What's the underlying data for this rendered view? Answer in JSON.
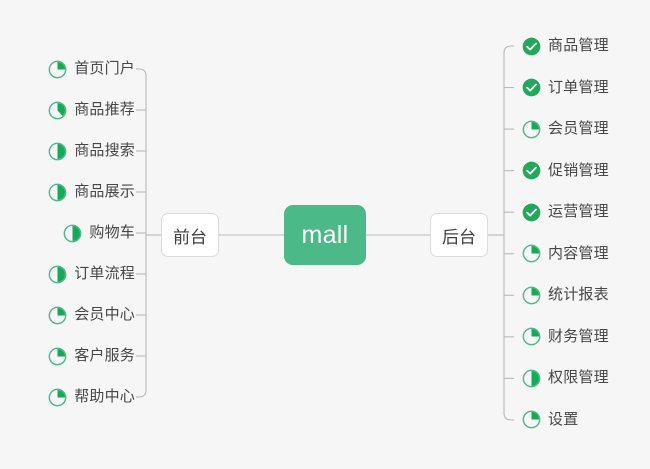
{
  "diagram": {
    "title": "mall",
    "type": "mind-map",
    "background_color": "#f6f6f6",
    "accent_color": "#4cb988",
    "done_color": "#22a85a",
    "line_color": "#b9b9b9",
    "text_color": "#464646"
  },
  "root": {
    "label": "mall"
  },
  "branches": [
    {
      "name": "frontend",
      "label": "前台",
      "side": "left"
    },
    {
      "name": "backend",
      "label": "后台",
      "side": "right"
    }
  ],
  "frontend_items": [
    {
      "label": "首页门户",
      "icon": "progress-pie-icon",
      "progress": 25,
      "status": "in-progress"
    },
    {
      "label": "商品推荐",
      "icon": "progress-pie-icon",
      "progress": 38,
      "status": "in-progress"
    },
    {
      "label": "商品搜索",
      "icon": "progress-pie-icon",
      "progress": 50,
      "status": "in-progress"
    },
    {
      "label": "商品展示",
      "icon": "progress-pie-icon",
      "progress": 50,
      "status": "in-progress"
    },
    {
      "label": "购物车",
      "icon": "progress-pie-icon",
      "progress": 50,
      "status": "in-progress"
    },
    {
      "label": "订单流程",
      "icon": "progress-pie-icon",
      "progress": 50,
      "status": "in-progress"
    },
    {
      "label": "会员中心",
      "icon": "progress-pie-icon",
      "progress": 25,
      "status": "in-progress"
    },
    {
      "label": "客户服务",
      "icon": "progress-pie-icon",
      "progress": 25,
      "status": "in-progress"
    },
    {
      "label": "帮助中心",
      "icon": "progress-pie-icon",
      "progress": 25,
      "status": "in-progress"
    }
  ],
  "backend_items": [
    {
      "label": "商品管理",
      "icon": "check-circle-icon",
      "progress": 100,
      "status": "done"
    },
    {
      "label": "订单管理",
      "icon": "check-circle-icon",
      "progress": 100,
      "status": "done"
    },
    {
      "label": "会员管理",
      "icon": "progress-pie-icon",
      "progress": 25,
      "status": "in-progress"
    },
    {
      "label": "促销管理",
      "icon": "check-circle-icon",
      "progress": 100,
      "status": "done"
    },
    {
      "label": "运营管理",
      "icon": "check-circle-icon",
      "progress": 100,
      "status": "done"
    },
    {
      "label": "内容管理",
      "icon": "progress-pie-icon",
      "progress": 25,
      "status": "in-progress"
    },
    {
      "label": "统计报表",
      "icon": "progress-pie-icon",
      "progress": 25,
      "status": "in-progress"
    },
    {
      "label": "财务管理",
      "icon": "progress-pie-icon",
      "progress": 25,
      "status": "in-progress"
    },
    {
      "label": "权限管理",
      "icon": "progress-pie-icon",
      "progress": 50,
      "status": "in-progress"
    },
    {
      "label": "设置",
      "icon": "progress-pie-icon",
      "progress": 25,
      "status": "in-progress"
    }
  ]
}
